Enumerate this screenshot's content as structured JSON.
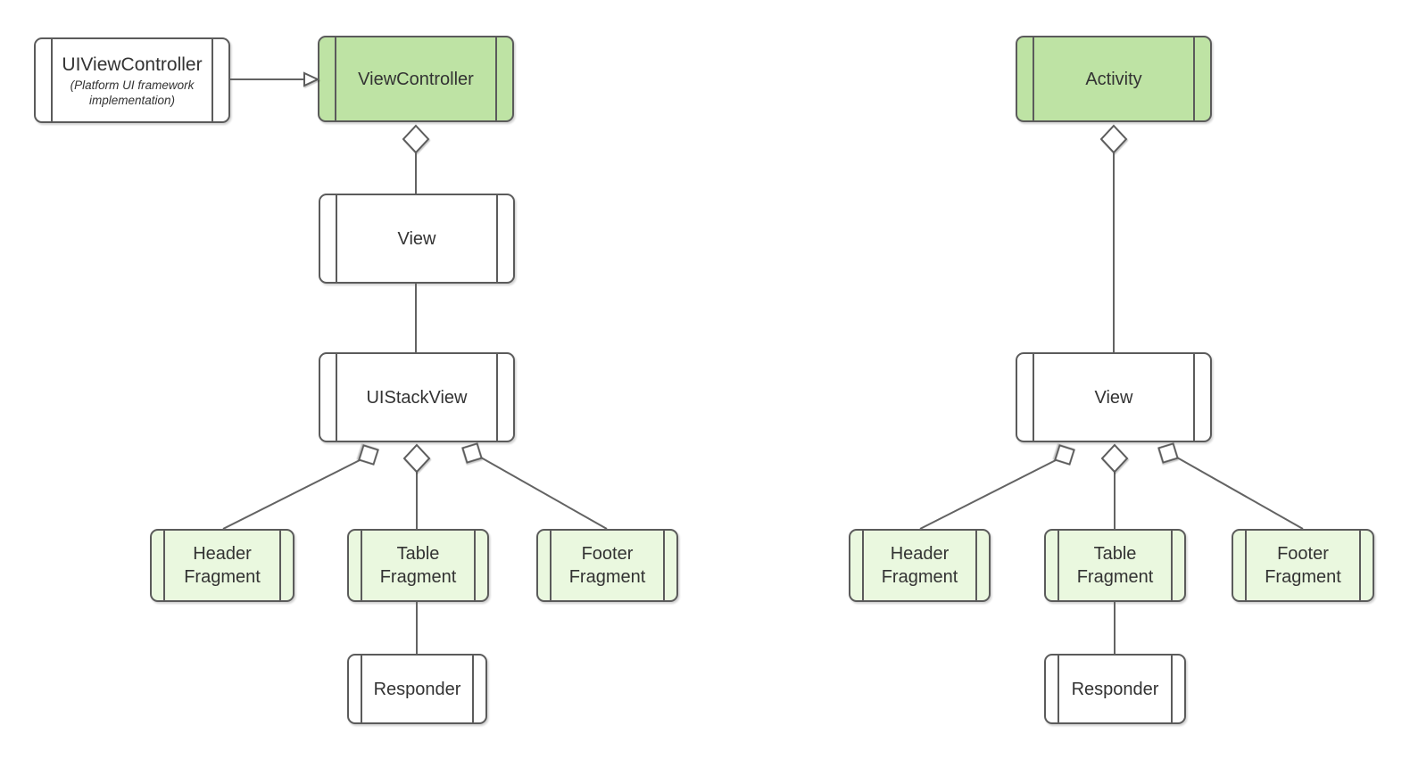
{
  "colors": {
    "background": "#ffffff",
    "node_border": "#5b5b5b",
    "connector": "#636363",
    "green_fill": "#bee3a4",
    "pale_green_fill": "#eaf8df",
    "white_fill": "#ffffff",
    "text": "#333333"
  },
  "left": {
    "note": {
      "title": "UIViewController",
      "subtitle": "(Platform UI framework implementation)"
    },
    "nodes": {
      "root": "ViewController",
      "view": "View",
      "stack": "UIStackView",
      "fragments": [
        "Header Fragment",
        "Table Fragment",
        "Footer Fragment"
      ],
      "responder": "Responder"
    }
  },
  "right": {
    "nodes": {
      "root": "Activity",
      "view": "View",
      "fragments": [
        "Header Fragment",
        "Table Fragment",
        "Footer Fragment"
      ],
      "responder": "Responder"
    }
  }
}
